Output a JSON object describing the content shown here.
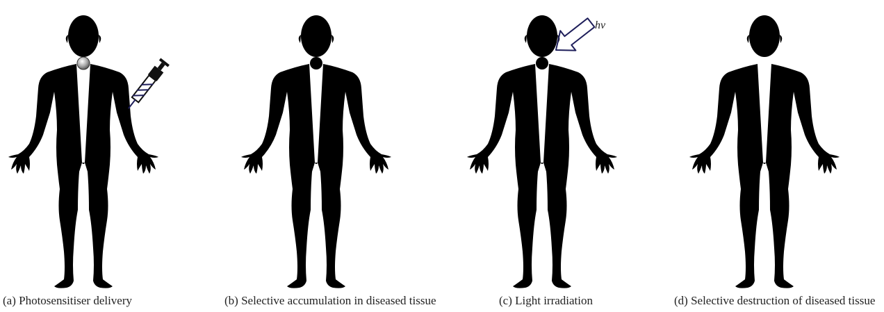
{
  "panels": [
    {
      "id": "a",
      "caption": "(a) Photosensitiser delivery"
    },
    {
      "id": "b",
      "caption": "(b) Selective accumulation in diseased tissue"
    },
    {
      "id": "c",
      "caption": "(c) Light irradiation",
      "light_label": "hν"
    },
    {
      "id": "d",
      "caption": "(d) Selective destruction of diseased tissue"
    }
  ],
  "colors": {
    "outline": "#1e1e5a",
    "dot": "#000000",
    "dot_gray_center": "#ffffff",
    "dot_gray_edge": "#5a5a5a"
  },
  "icons": [
    "syringe-icon",
    "light-arrow-icon"
  ]
}
